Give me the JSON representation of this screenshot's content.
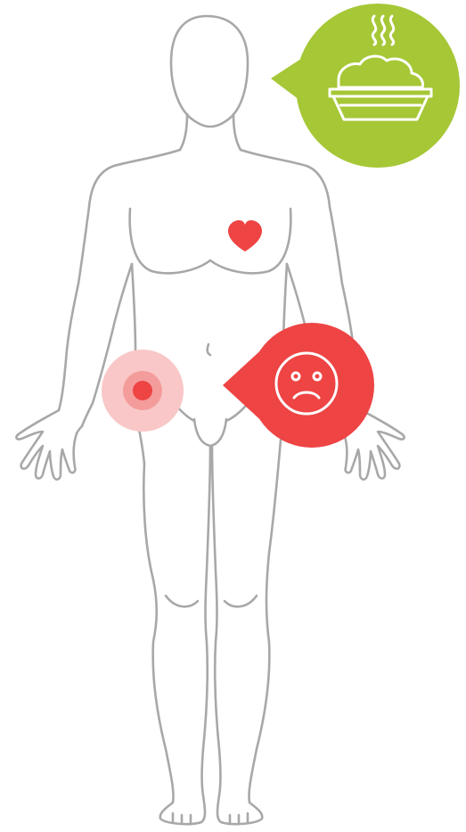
{
  "figure": {
    "body_outline": "human-body-outline",
    "markers": [
      {
        "name": "food-bubble",
        "icon": "steaming-food-dish-icon",
        "color": "#a6c736"
      },
      {
        "name": "heart",
        "icon": "heart-icon",
        "color": "#ee4444"
      },
      {
        "name": "pain-point",
        "icon": "pain-target-icon",
        "color": "#ee4444"
      },
      {
        "name": "sad-bubble",
        "icon": "sad-face-icon",
        "color": "#ee4444"
      }
    ]
  },
  "colors": {
    "outline": "#a8a8a8",
    "green": "#a6c736",
    "red": "#ee4444",
    "pain_ring_outer": "#f9c7c7",
    "pain_ring_inner": "#f49c9c"
  }
}
